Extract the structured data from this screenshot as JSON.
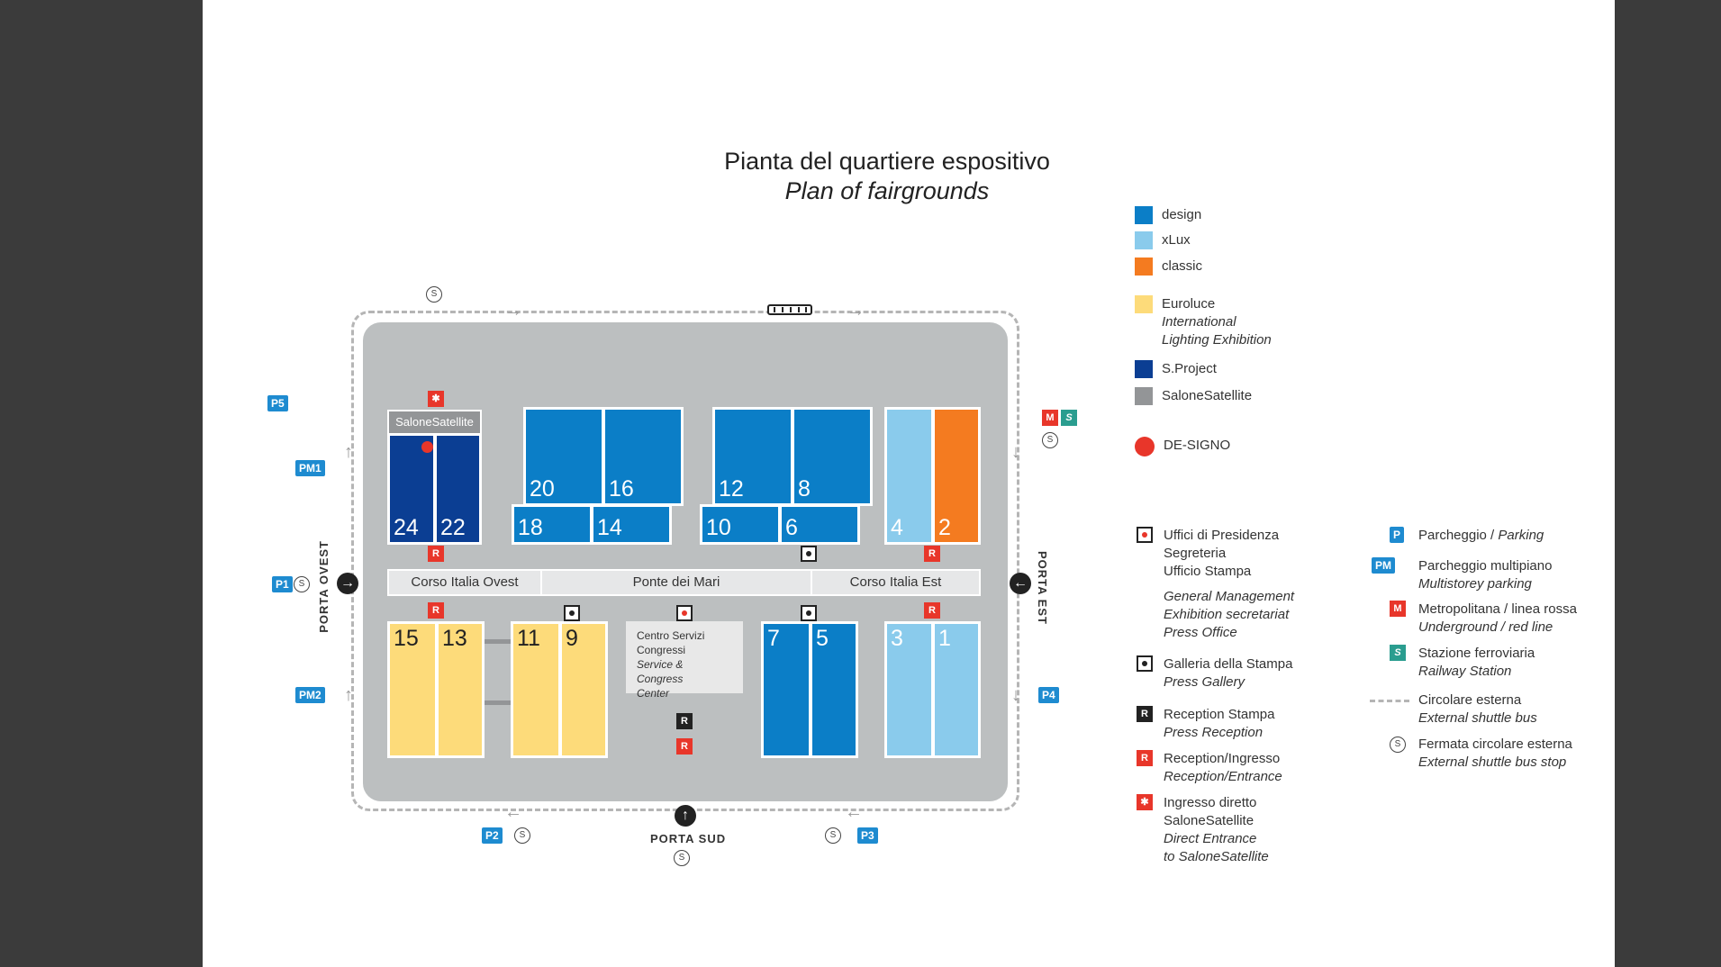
{
  "title": {
    "line1": "Pianta del quartiere espositivo",
    "line2": "Plan of fairgrounds"
  },
  "colors": {
    "design": "#0b7ec7",
    "xlux": "#8acbec",
    "classic": "#f47b20",
    "euroluce": "#fddb7a",
    "sproject": "#0b3e93",
    "salonesatellite": "#939597",
    "designo": "#e8362a",
    "parking": "#1e8bd0"
  },
  "halls": {
    "h24": "24",
    "h22": "22",
    "h20": "20",
    "h16": "16",
    "h18": "18",
    "h14": "14",
    "h12": "12",
    "h8": "8",
    "h10": "10",
    "h6": "6",
    "h4": "4",
    "h2": "2",
    "h15": "15",
    "h13": "13",
    "h11": "11",
    "h9": "9",
    "h7": "7",
    "h5": "5",
    "h3": "3",
    "h1": "1"
  },
  "streets": {
    "ovest": "Corso Italia Ovest",
    "ponte": "Ponte dei Mari",
    "est": "Corso Italia Est"
  },
  "satellite_label": "SaloneSatellite",
  "center": {
    "l1": "Centro Servizi",
    "l2": "Congressi",
    "l3": "Service & Congress",
    "l4": "Center"
  },
  "gates": {
    "ovest": "PORTA OVEST",
    "est": "PORTA EST",
    "sud": "PORTA SUD"
  },
  "parking": {
    "p5": "P5",
    "pm1": "PM1",
    "p1": "P1",
    "pm2": "PM2",
    "p2": "P2",
    "p3": "P3",
    "p4": "P4"
  },
  "symbols": {
    "stop": "S",
    "reception": "R",
    "metro": "M",
    "rail": "S",
    "parking": "P",
    "pm": "PM"
  },
  "legend": {
    "design": "design",
    "xlux": "xLux",
    "classic": "classic",
    "euroluce_1": "Euroluce",
    "euroluce_2": "International",
    "euroluce_3": "Lighting Exhibition",
    "sproject": "S.Project",
    "salonesatellite": "SaloneSatellite",
    "designo": "DE-SIGNO",
    "uffici": [
      "Uffici di Presidenza",
      "Segreteria",
      "Ufficio Stampa"
    ],
    "uffici_en": [
      "General Management",
      "Exhibition secretariat",
      "Press Office"
    ],
    "galleria": [
      "Galleria della Stampa",
      "Press Gallery"
    ],
    "reception_stampa": [
      "Reception Stampa",
      "Press Reception"
    ],
    "reception_ingresso": [
      "Reception/Ingresso",
      "Reception/Entrance"
    ],
    "ingresso_diretto": [
      "Ingresso diretto",
      "SaloneSatellite",
      "Direct Entrance",
      "to SaloneSatellite"
    ],
    "parcheggio": [
      "Parcheggio / ",
      "Parking"
    ],
    "multipiano": [
      "Parcheggio multipiano",
      "Multistorey parking"
    ],
    "metro": [
      "Metropolitana / linea rossa",
      "Underground / red line"
    ],
    "rail": [
      "Stazione ferroviaria",
      "Railway Station"
    ],
    "circolare": [
      "Circolare esterna",
      "External shuttle bus"
    ],
    "fermata": [
      "Fermata circolare esterna",
      "External shuttle bus stop"
    ]
  }
}
